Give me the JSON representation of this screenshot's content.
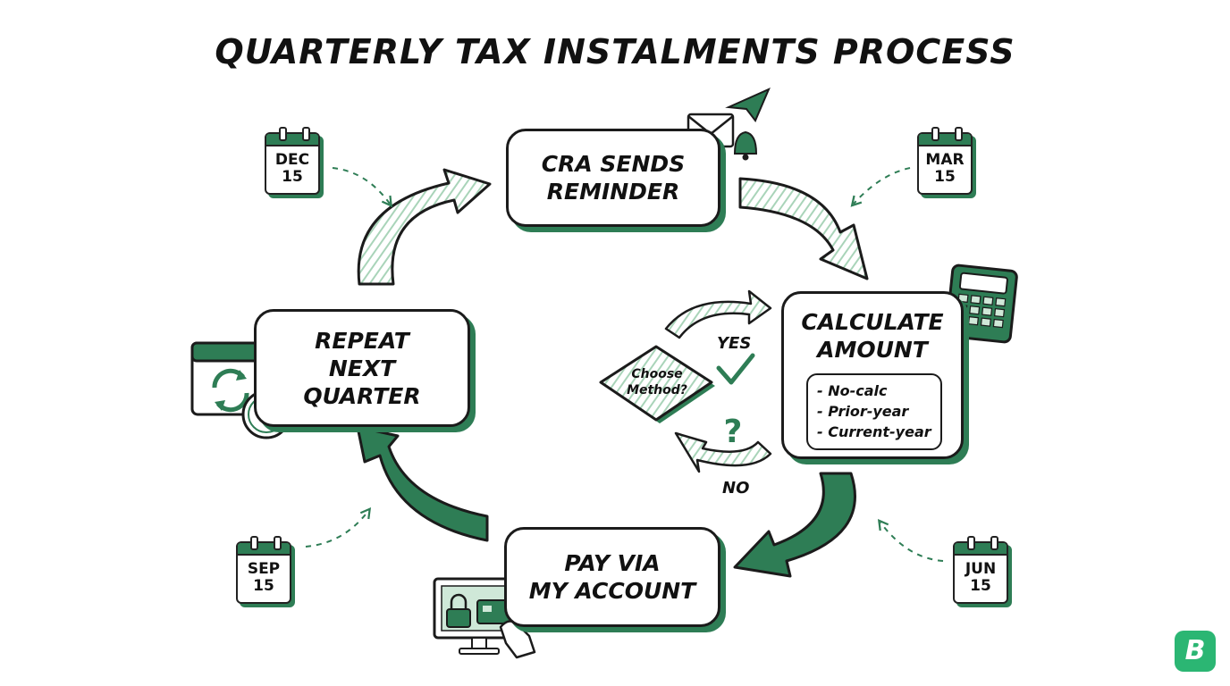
{
  "title": "QUARTERLY TAX INSTALMENTS PROCESS",
  "steps": {
    "reminder": "CRA SENDS\nREMINDER",
    "calculate": "CALCULATE\nAMOUNT",
    "pay": "PAY VIA\nMY ACCOUNT",
    "repeat": "REPEAT\nNEXT\nQUARTER"
  },
  "methods": [
    "- No-calc",
    "- Prior-year",
    "- Current-year"
  ],
  "decision": {
    "label": "Choose\nMethod?",
    "yes": "YES",
    "no": "NO"
  },
  "dates": {
    "dec": {
      "month": "DEC",
      "day": "15"
    },
    "mar": {
      "month": "MAR",
      "day": "15"
    },
    "jun": {
      "month": "JUN",
      "day": "15"
    },
    "sep": {
      "month": "SEP",
      "day": "15"
    }
  },
  "logo": "B",
  "colors": {
    "accent": "#2e7d55",
    "light_accent": "#cfe8d8",
    "ink": "#1b1b1b"
  },
  "icons": [
    "envelope-icon",
    "paper-plane-icon",
    "bell-icon",
    "calculator-icon",
    "calendar-refresh-icon",
    "clock-icon",
    "monitor-icon",
    "padlock-icon",
    "credit-card-icon",
    "hand-icon",
    "checkmark-icon",
    "question-mark-icon"
  ]
}
